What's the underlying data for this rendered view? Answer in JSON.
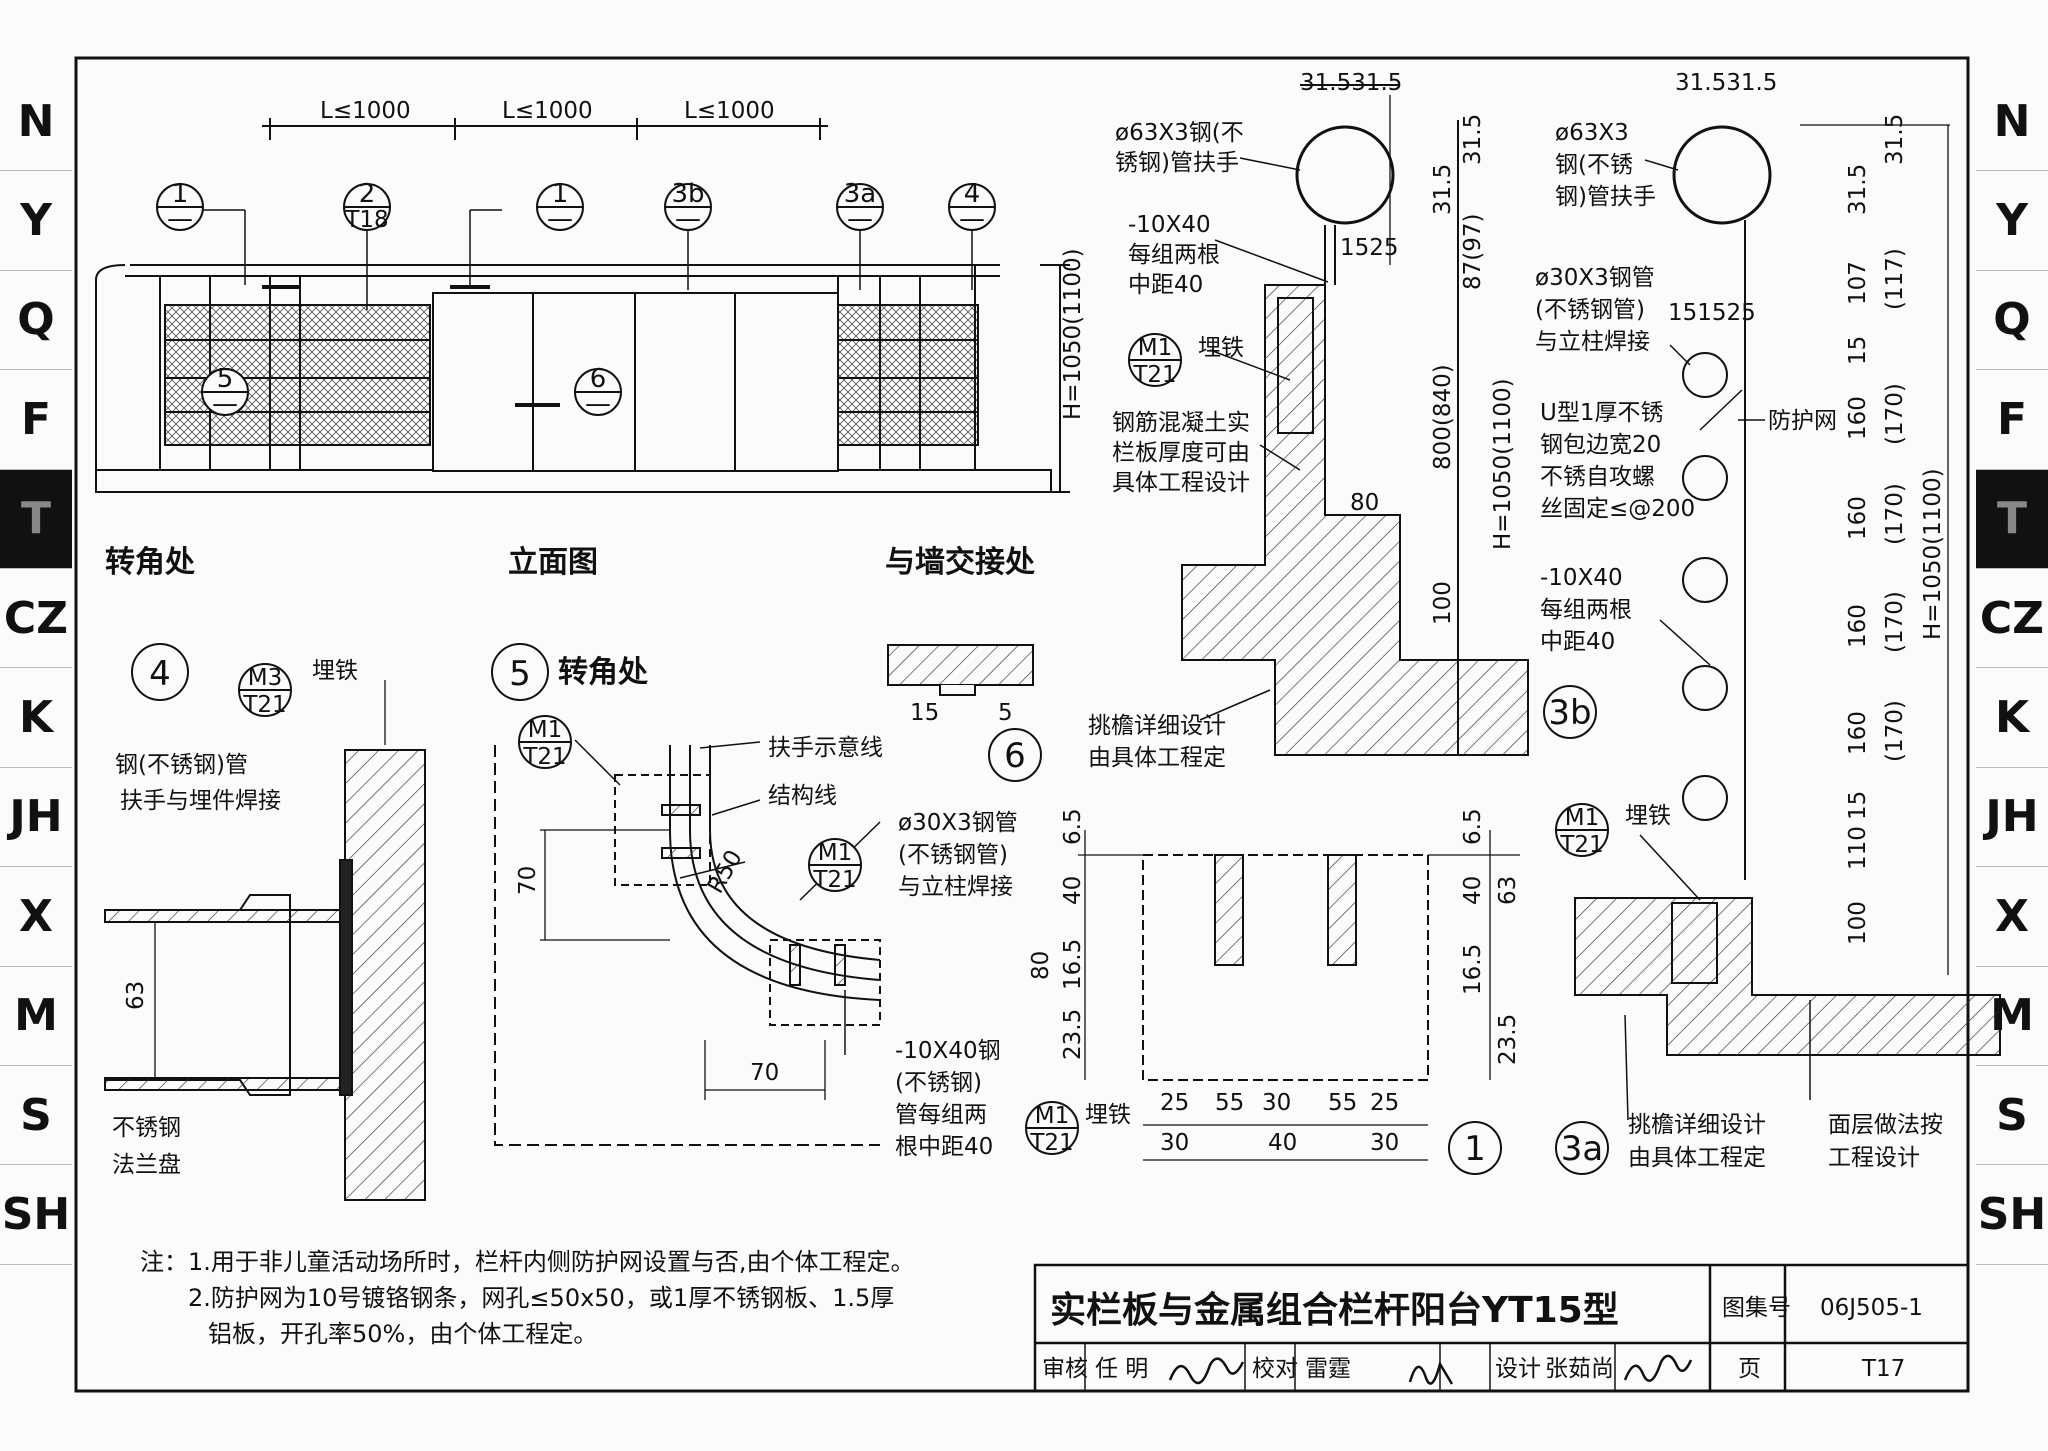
{
  "side_tabs": {
    "items": [
      "N",
      "Y",
      "Q",
      "F",
      "T",
      "CZ",
      "K",
      "JH",
      "X",
      "M",
      "S",
      "SH"
    ],
    "active": "T"
  },
  "elevation": {
    "dims": [
      "L≤1000",
      "L≤1000",
      "L≤1000"
    ],
    "height_dim": "H=1050(1100)",
    "bubbles": [
      {
        "top": "1",
        "bottom": "—"
      },
      {
        "top": "2",
        "bottom": "T18"
      },
      {
        "top": "1",
        "bottom": "—"
      },
      {
        "top": "3b",
        "bottom": "—"
      },
      {
        "top": "3a",
        "bottom": "—"
      },
      {
        "top": "4",
        "bottom": "—"
      },
      {
        "top": "5",
        "bottom": "—"
      },
      {
        "top": "6",
        "bottom": "—"
      }
    ],
    "labels": {
      "corner": "转角处",
      "elevation": "立面图",
      "wall": "与墙交接处"
    }
  },
  "detail_3b": {
    "dim_top": "31.531.5",
    "handrail": [
      "ø63X3钢(不",
      "锈钢)管扶手"
    ],
    "flat_steel": [
      "-10X40",
      "每组两根",
      "中距40"
    ],
    "embed_ref": {
      "top": "M1",
      "bottom": "T21"
    },
    "embed_label": "埋铁",
    "slab": [
      "钢筋混凝土实",
      "栏板厚度可由",
      "具体工程设计"
    ],
    "dim_80": "80",
    "dims_v": [
      "31.5",
      "31.5",
      "87(97)",
      "800(840)",
      "100",
      "H=1050(1100)"
    ],
    "dim_1525": "1525",
    "eave": [
      "挑檐详细设计",
      "由具体工程定"
    ],
    "number": "3b"
  },
  "detail_6": {
    "d15": "15",
    "d5": "5",
    "number": "6"
  },
  "detail_right": {
    "dim_top": "31.531.5",
    "handrail": [
      "ø63X3",
      "钢(不锈",
      "钢)管扶手"
    ],
    "pipe": [
      "ø30X3钢管",
      "(不锈钢管)",
      "与立柱焊接"
    ],
    "dim_151525": "151525",
    "u_strip": [
      "U型1厚不锈",
      "钢包边宽20",
      "不锈自攻螺",
      "丝固定≤@200"
    ],
    "mesh": "防护网",
    "flat_steel": [
      "-10X40",
      "每组两根",
      "中距40"
    ],
    "dims_v": [
      "31.5",
      "31.5",
      "107",
      "(117)",
      "15",
      "160",
      "(170)",
      "160",
      "(170)",
      "160",
      "(170)",
      "160",
      "(170)",
      "15",
      "110",
      "100"
    ],
    "height_dim": "H=1050(1100)",
    "embed_ref": {
      "top": "M1",
      "bottom": "T21"
    },
    "embed_label": "埋铁",
    "eave": [
      "挑檐详细设计",
      "由具体工程定"
    ],
    "finish": [
      "面层做法按",
      "工程设计"
    ],
    "number": "3a"
  },
  "detail_1": {
    "dims_left": [
      "6.5",
      "40",
      "80",
      "16.5",
      "23.5"
    ],
    "dims_right": [
      "6.5",
      "40",
      "63",
      "16.5",
      "23.5"
    ],
    "dims_bottom1": [
      "25",
      "55",
      "30",
      "55",
      "25"
    ],
    "dims_bottom2": [
      "30",
      "40",
      "30"
    ],
    "embed_ref": {
      "top": "M1",
      "bottom": "T21"
    },
    "embed_label": "埋铁",
    "number": "1"
  },
  "detail_4": {
    "number": "4",
    "embed_ref": {
      "top": "M3",
      "bottom": "T21"
    },
    "embed_label": "埋铁",
    "pipe": [
      "钢(不锈钢)管",
      "扶手与埋件焊接"
    ],
    "dim": "63",
    "flange": [
      "不锈钢",
      "法兰盘"
    ]
  },
  "detail_5": {
    "number": "5",
    "title": "转角处",
    "embed_ref": {
      "top": "M1",
      "bottom": "T21"
    },
    "embed_ref2": {
      "top": "M1",
      "bottom": "T21"
    },
    "rail_line": "扶手示意线",
    "struct_line": "结构线",
    "radius": "R50",
    "d70v": "70",
    "d70h": "70",
    "pipe": [
      "ø30X3钢管",
      "(不锈钢管)",
      "与立柱焊接"
    ],
    "flat": [
      "-10X40钢",
      "(不锈钢)",
      "管每组两",
      "根中距40"
    ]
  },
  "notes": [
    "注：1.用于非儿童活动场所时，栏杆内侧防护网设置与否,由个体工程定。",
    "2.防护网为10号镀铬钢条，网孔≤50x50，或1厚不锈钢板、1.5厚",
    "铝板，开孔率50%，由个体工程定。"
  ],
  "title_block": {
    "title": "实栏板与金属组合栏杆阳台YT15型",
    "atlas_label": "图集号",
    "atlas_no": "06J505-1",
    "review": "审核",
    "reviewer": "任 明",
    "check": "校对",
    "checker": "雷霆",
    "design": "设计",
    "designer": "张茹尚",
    "page_label": "页",
    "page_no": "T17"
  }
}
